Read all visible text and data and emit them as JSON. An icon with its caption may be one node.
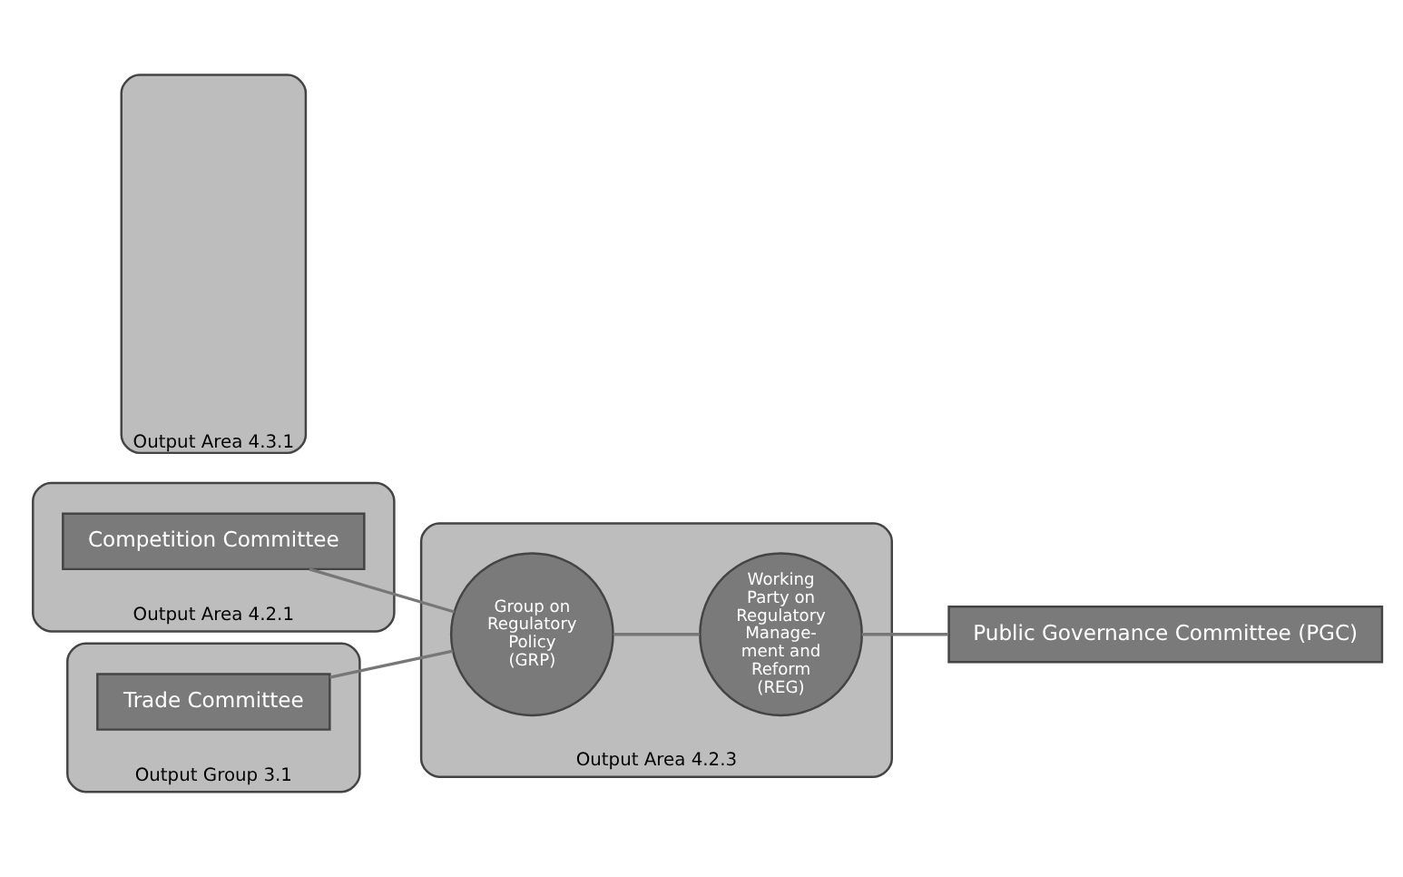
{
  "diagram": {
    "nodes": [
      {
        "text": [
          "Output Area 4.2.1"
        ]
      },
      {
        "text": [
          "Competition Committee"
        ],
        "in": 0
      },
      {
        "text": [
          "Output Group 3.1"
        ]
      },
      {
        "text": [
          "Trade Committee"
        ],
        "in": 2
      },
      {
        "text": [
          "Output Area 4.2.3"
        ]
      },
      {
        "text": [
          "Group on Regulatory Policy (GRP)"
        ],
        "in": 4
      },
      {
        "text": [
          "Working Party on Regulatory Manage- ment and Reform (REG)"
        ],
        "in": 4
      },
      {
        "text": [
          "Public Governance Committee (PGC)"
        ]
      },
      {
        "text": [
          "Output Area 4.3.1"
        ]
      }
    ],
    "edges": [
      {
        "from": 1,
        "to": 5,
        "arrow": "none"
      },
      {
        "from": 3,
        "to": 5,
        "arrow": "none"
      },
      {
        "from": 5,
        "to": 6,
        "arrow": "none"
      },
      {
        "from": 6,
        "to": 7,
        "arrow": "none"
      }
    ]
  }
}
